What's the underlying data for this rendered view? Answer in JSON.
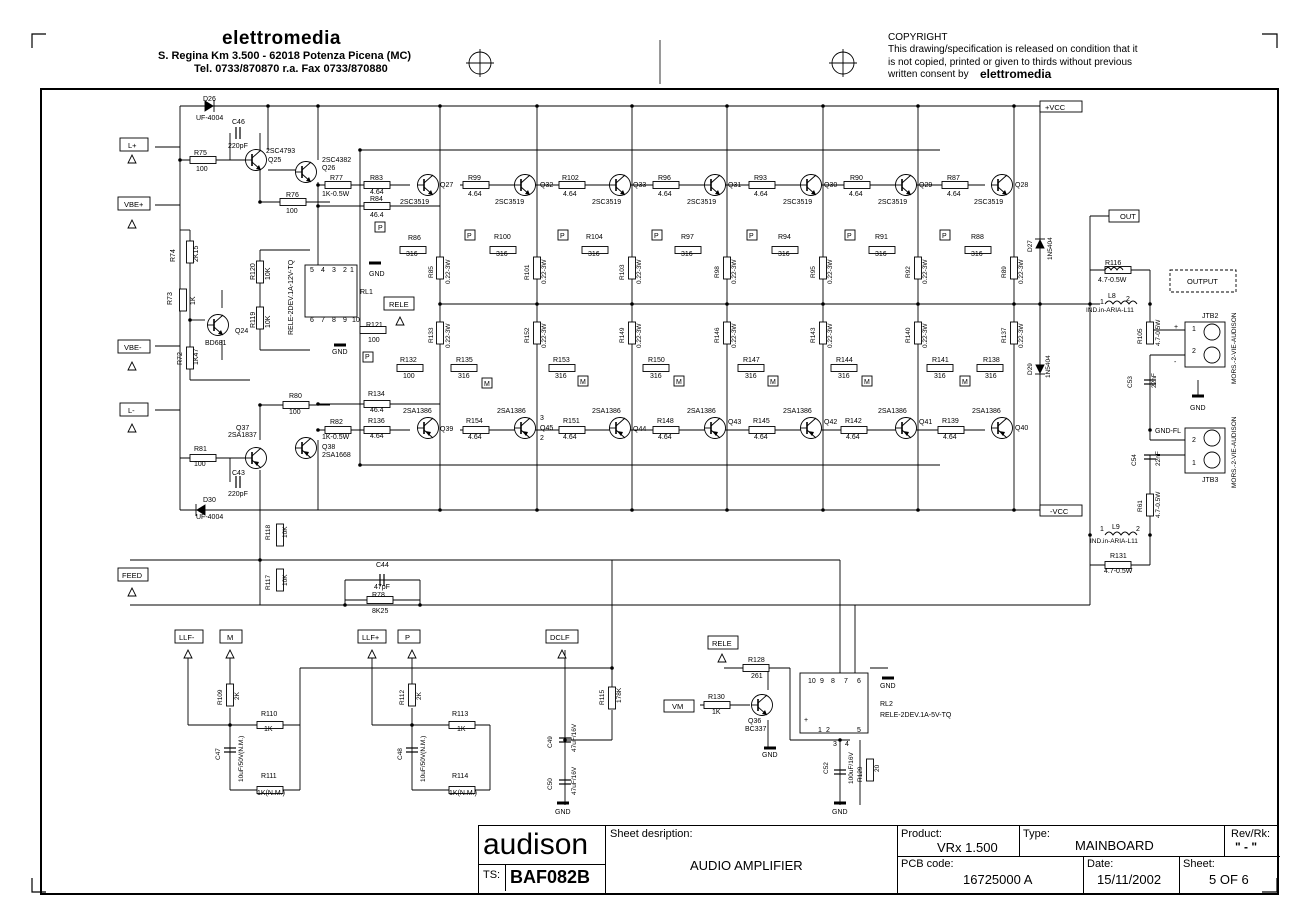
{
  "header": {
    "company": "elettromedia",
    "address_line1": "S. Regina Km 3.500  -  62018 Potenza Picena (MC)",
    "address_line2": "Tel. 0733/870870 r.a.   Fax 0733/870880"
  },
  "copyright": {
    "title": "COPYRIGHT",
    "line1": "This drawing/specification is released on condition that it",
    "line2": "is not copied, printed or given to thirds without previous",
    "line3": "written consent by",
    "brand": "elettromedia"
  },
  "ports": {
    "l_plus": "L+",
    "vbe_plus": "VBE+",
    "vbe_minus": "VBE-",
    "l_minus": "L-",
    "feed": "FEED",
    "llf_minus": "LLF-",
    "m": "M",
    "llf_plus": "LLF+",
    "p": "P",
    "dclf": "DCLF",
    "rele_top": "RELE",
    "rele_mid": "RELE",
    "rele_bottom": "RELE",
    "vm": "VM",
    "out": "OUT",
    "output": "OUTPUT",
    "vcc_plus": "+VCC",
    "vcc_minus": "-VCC",
    "gnd": "GND",
    "gnd_fl": "GND-FL"
  },
  "components": {
    "d26": "D26",
    "d26_v": "UF-4004",
    "c46": "C46",
    "c46_v": "220pF",
    "q25": "Q25",
    "q25_t": "2SC4793",
    "q26": "Q26",
    "q26_t": "2SC4382",
    "r75": "R75",
    "r75_v": "100",
    "r76": "R76",
    "r76_v": "100",
    "r77": "R77",
    "r77_v": "1K-0.5W",
    "r83": "R83",
    "r83_v": "4.64",
    "r84": "R84",
    "r84_v": "46.4",
    "r74": "R74",
    "r74_v": "2K15",
    "r73": "R73",
    "r73_v": "1K",
    "r72": "R72",
    "r72_v": "1K47",
    "q24": "Q24",
    "q24_t": "BD681",
    "r120": "R120",
    "r120_v": "10K",
    "r119": "R119",
    "r119_v": "10K",
    "rl1": "RL1",
    "rl1_t": "RELE-2DEV.1A-12V-TQ",
    "r121": "R121",
    "r121_v": "100",
    "r80": "R80",
    "r80_v": "100",
    "q37": "Q37",
    "q37_t": "2SA1837",
    "q38": "Q38",
    "q38_t": "2SA1668",
    "r81": "R81",
    "r81_v": "100",
    "c43": "C43",
    "c43_v": "220pF",
    "d30": "D30",
    "d30_v": "UF-4004",
    "r82": "R82",
    "r82_v": "1K-0.5W",
    "r134": "R134",
    "r134_v": "46.4",
    "r136": "R136",
    "r136_v": "4.64",
    "q27": "Q27",
    "q32": "Q32",
    "q33": "Q33",
    "q31": "Q31",
    "q30": "Q30",
    "q29": "Q29",
    "q28": "Q28",
    "q39": "Q39",
    "q45": "Q45",
    "q44": "Q44",
    "q43": "Q43",
    "q42": "Q42",
    "q41": "Q41",
    "q40": "Q40",
    "t_npn": "2SC3519",
    "t_pnp": "2SA1386",
    "r99": "R99",
    "r102": "R102",
    "r96": "R96",
    "r93": "R93",
    "r90": "R90",
    "r87": "R87",
    "v464": "4.64",
    "r86": "R86",
    "r100": "R100",
    "r104": "R104",
    "r97": "R97",
    "r94": "R94",
    "r91": "R91",
    "r88": "R88",
    "v316": "316",
    "r85": "R85",
    "r101": "R101",
    "r103": "R103",
    "r98": "R98",
    "r95": "R95",
    "r92": "R92",
    "r89": "R89",
    "r133": "R133",
    "r152": "R152",
    "r149": "R149",
    "r146": "R146",
    "r143": "R143",
    "r140": "R140",
    "r137": "R137",
    "v022": "0.22-3W",
    "r132": "R132",
    "r132_v": "100",
    "r135": "R135",
    "r153": "R153",
    "r150": "R150",
    "r147": "R147",
    "r144": "R144",
    "r141": "R141",
    "r138": "R138",
    "r154": "R154",
    "r151": "R151",
    "r148": "R148",
    "r145": "R145",
    "r142": "R142",
    "r139": "R139",
    "d27": "D27",
    "d27_v": "1N5404",
    "d29": "D29",
    "d29_v": "1N5404",
    "r116": "R116",
    "r116_v": "4.7-0.5W",
    "l8": "L8",
    "l8_v": "IND.in-ARIA-L11",
    "r105": "R105",
    "r105_v": "4.7-0.5W",
    "c53": "C53",
    "c53_v": "22nF",
    "jtb2": "JTB2",
    "jtb3": "JTB3",
    "mors": "MORS.-2-VIE-AUDISON",
    "c54": "C54",
    "c54_v": "22nF",
    "r61": "R61",
    "r61_v": "4.7-0.5W",
    "l9": "L9",
    "l9_v": "IND.in-ARIA-L11",
    "r131": "R131",
    "r131_v": "4.7-0.5W",
    "r118": "R118",
    "r118_v": "10K",
    "r117": "R117",
    "r117_v": "10K",
    "c44": "C44",
    "c44_v": "47pF",
    "r78": "R78",
    "r78_v": "8K25",
    "r109": "R109",
    "r109_v": "2K",
    "r110": "R110",
    "r110_v": "1K",
    "c47": "C47",
    "c47_v": "10uF/50V(N.M.)",
    "r111": "R111",
    "r111_v": "1K(N.M.)",
    "r112": "R112",
    "r112_v": "2K",
    "r113": "R113",
    "r113_v": "1K",
    "c48": "C48",
    "c48_v": "10uF/50V(N.M.)",
    "r114": "R114",
    "r114_v": "1K(N.M.)",
    "c49": "C49",
    "c49_v": "47uF/16V",
    "c50": "C50",
    "c50_v": "47uF/16V",
    "r115": "R115",
    "r115_v": "178K",
    "r128": "R128",
    "r128_v": "261",
    "r130": "R130",
    "r130_v": "1K",
    "q36": "Q36",
    "q36_t": "BC337",
    "rl2": "RL2",
    "rl2_t": "RELE-2DEV.1A-5V-TQ",
    "c52": "C52",
    "c52_v": "100uF/16V",
    "r129": "R129",
    "r129_v": "20",
    "n1": "1",
    "n2": "2",
    "n3": "3",
    "n4": "4",
    "n5": "5",
    "n6": "6",
    "n7": "7",
    "n8": "8",
    "n9": "9",
    "n10": "10",
    "plus": "+",
    "minus": "-"
  },
  "title_block": {
    "brand": "audison",
    "ts_label": "TS:",
    "ts_value": "BAF082B",
    "sheet_desc_label": "Sheet desription:",
    "sheet_desc_value": "AUDIO AMPLIFIER",
    "product_label": "Product:",
    "product_value": "VRx 1.500",
    "type_label": "Type:",
    "type_value": "MAINBOARD",
    "rev_label": "Rev/Rk:",
    "rev_value": "\" - \"",
    "pcb_label": "PCB code:",
    "pcb_value": "16725000 A",
    "date_label": "Date:",
    "date_value": "15/11/2002",
    "sheet_label": "Sheet:",
    "sheet_value": "5 OF 6"
  }
}
